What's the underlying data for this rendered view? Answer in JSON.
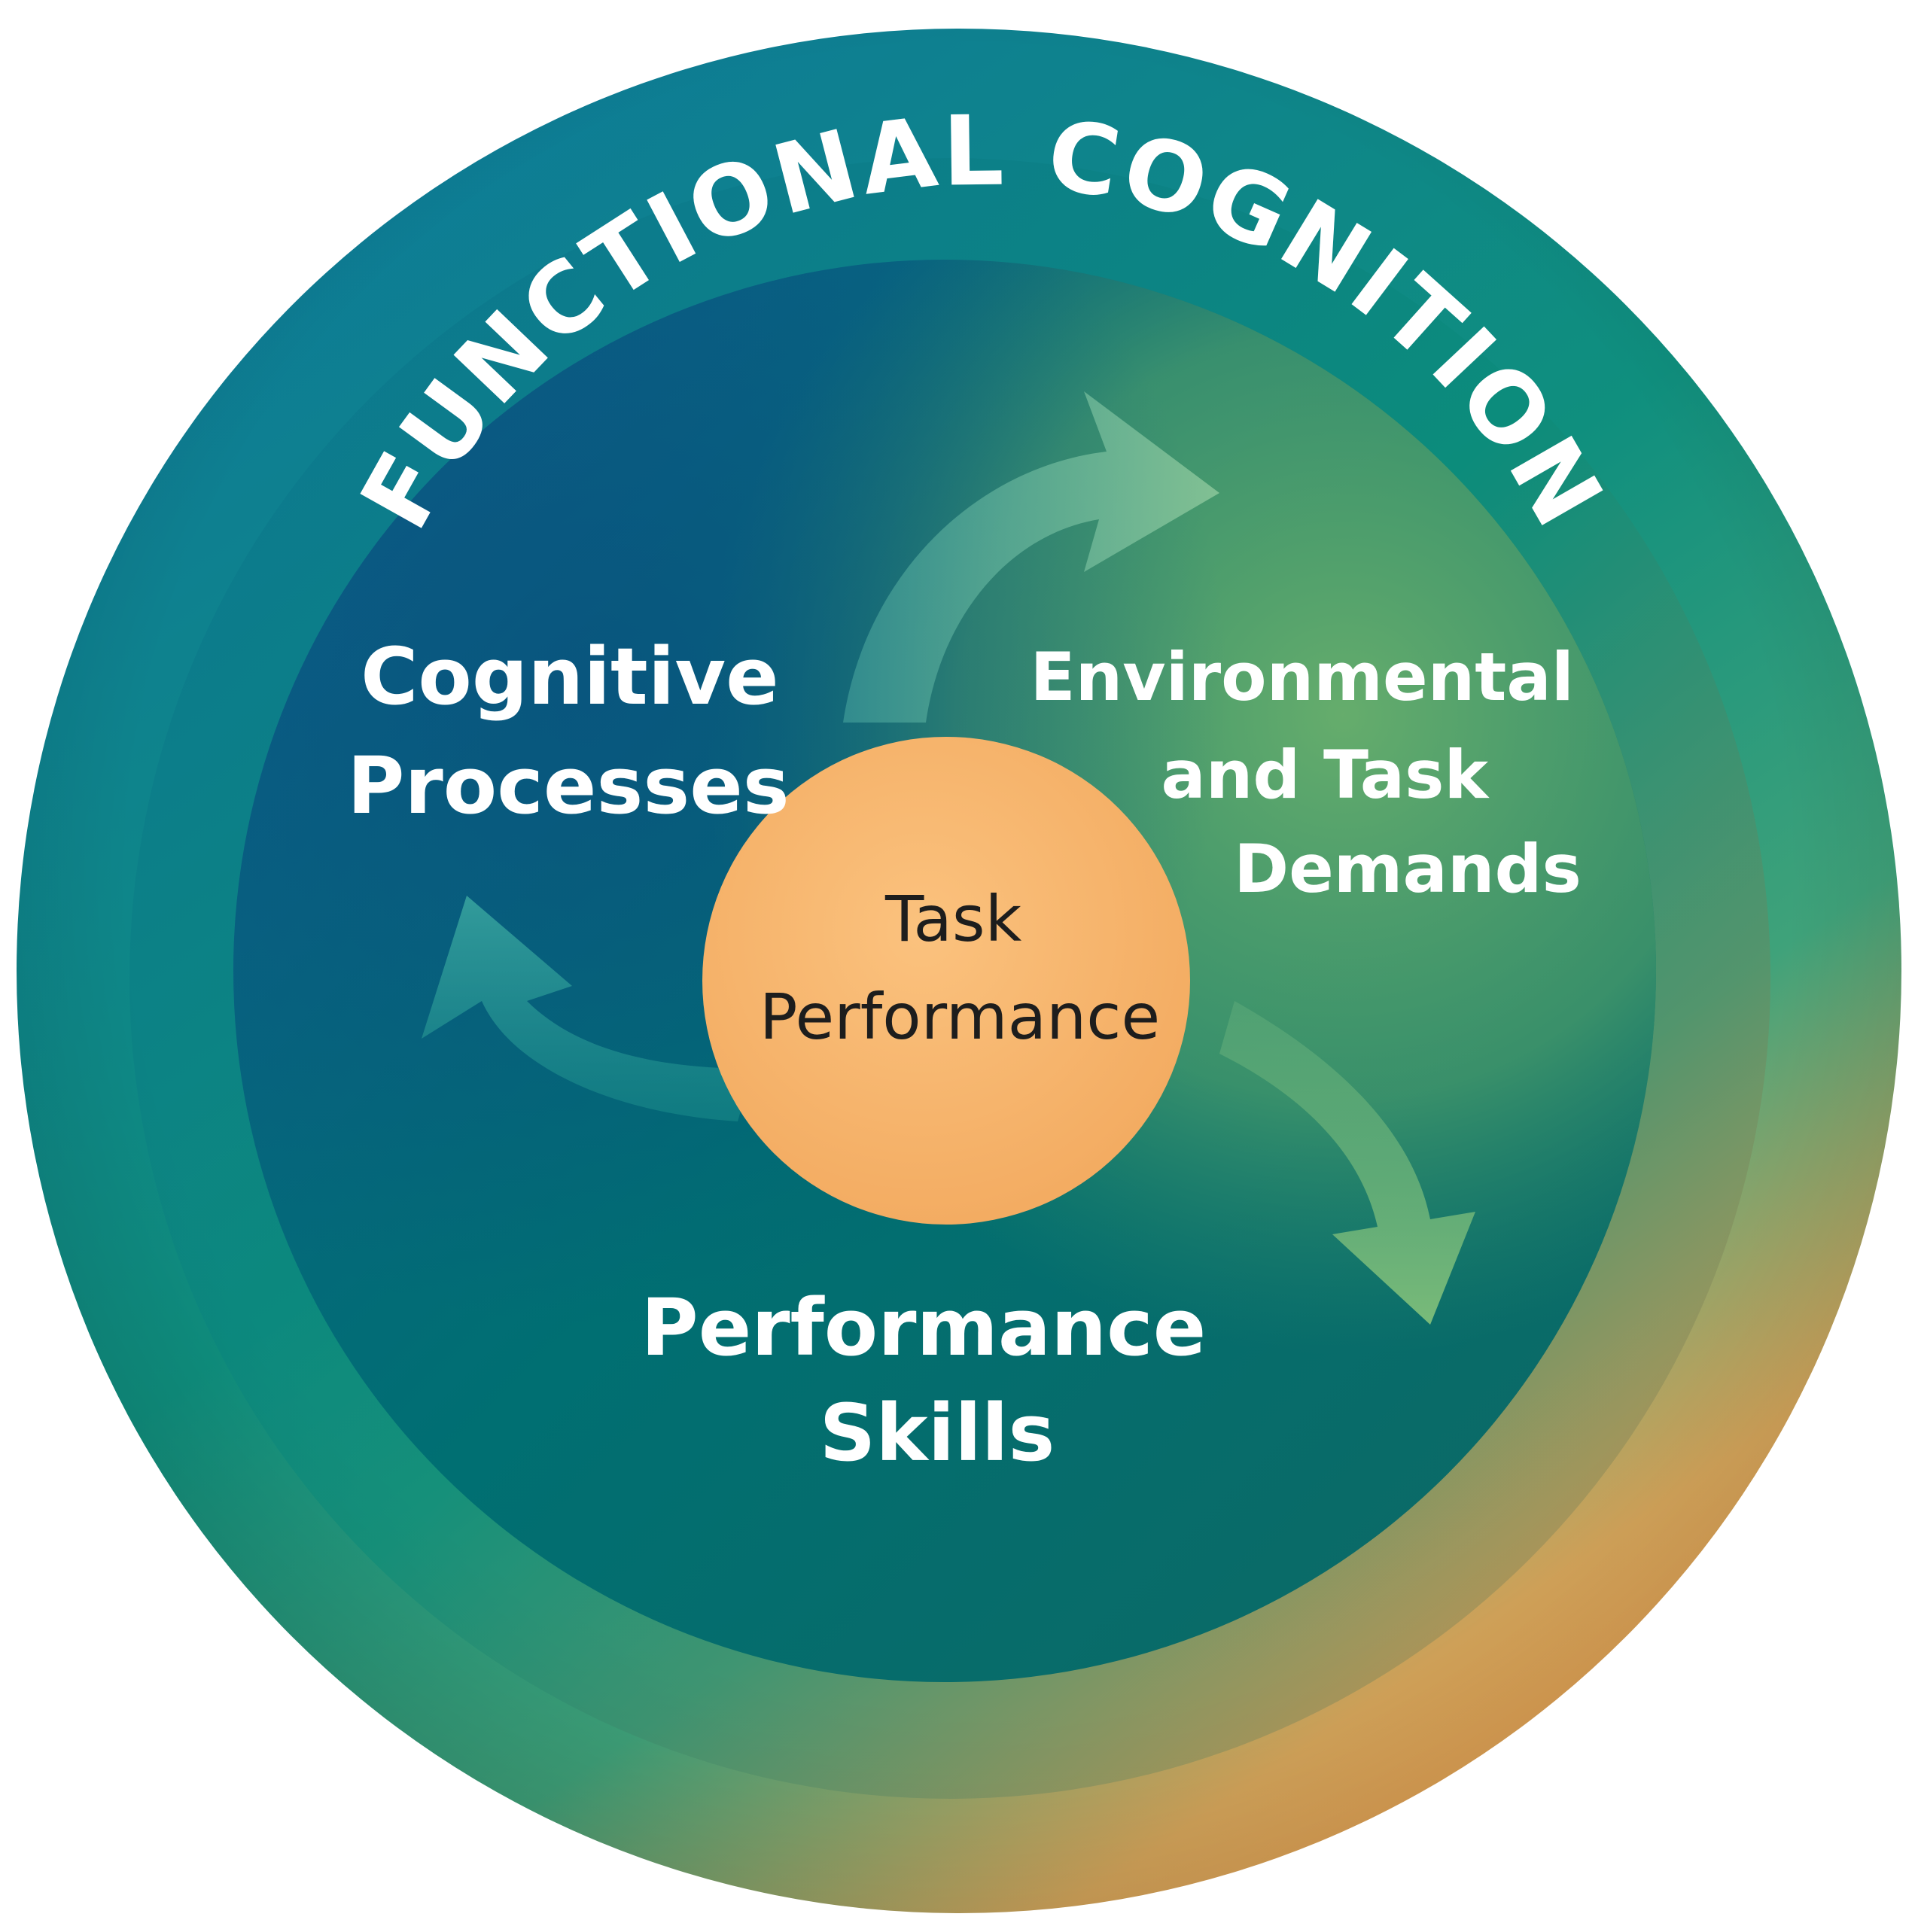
{
  "title": "FUNCTIONAL COGNITION",
  "center": {
    "line1": "Task",
    "line2": "Performance"
  },
  "segments": {
    "cognitive": {
      "line1": "Cognitive",
      "line2": "Processes"
    },
    "environmental": {
      "line1": "Environmental",
      "line2": "and Task",
      "line3": "Demands"
    },
    "performance": {
      "line1": "Performance",
      "line2": "Skills"
    }
  },
  "colors": {
    "outer_teal": "#0b7f97",
    "outer_green": "#0f9a6e",
    "outer_orange": "#f2a552",
    "inner_blue": "#0b5f86",
    "inner_teal": "#00766e",
    "inner_green": "#5fa86a",
    "center_orange": "#f8b870",
    "text_white": "#ffffff"
  }
}
